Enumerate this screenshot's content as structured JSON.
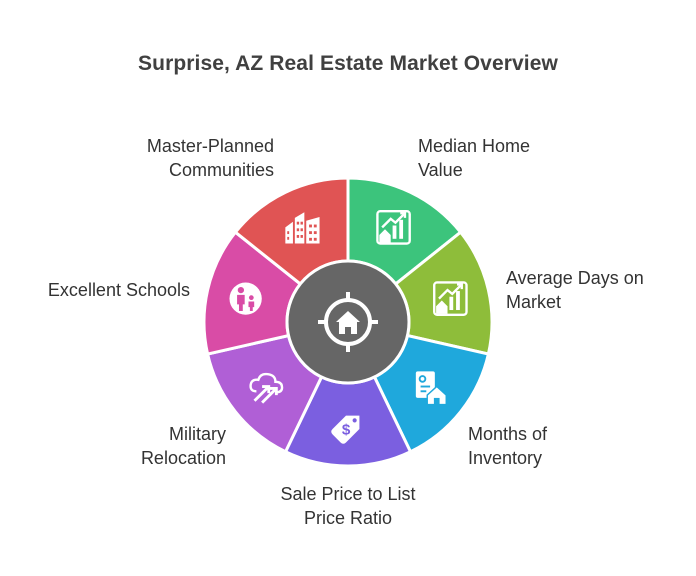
{
  "title": "Surprise, AZ Real Estate Market Overview",
  "segments": [
    {
      "lines": [
        "Median Home",
        "Value"
      ],
      "color": "#3cc47c",
      "icon": "house-growth-chart-icon"
    },
    {
      "lines": [
        "Average Days on",
        "Market"
      ],
      "color": "#8ebd3a",
      "icon": "house-growth-chart-icon"
    },
    {
      "lines": [
        "Months of",
        "Inventory"
      ],
      "color": "#1fa8dc",
      "icon": "house-document-icon"
    },
    {
      "lines": [
        "Sale Price to List",
        "Price Ratio"
      ],
      "color": "#7b5fe0",
      "icon": "price-tag-dollar-icon"
    },
    {
      "lines": [
        "Military",
        "Relocation"
      ],
      "color": "#b05fd6",
      "icon": "cloud-arrows-icon"
    },
    {
      "lines": [
        "Excellent Schools"
      ],
      "color": "#d94ca6",
      "icon": "parent-child-icon"
    },
    {
      "lines": [
        "Master-Planned",
        "Communities"
      ],
      "color": "#e05454",
      "icon": "buildings-icon"
    }
  ],
  "hub": {
    "color": "#666666",
    "icon": "target-house-icon"
  }
}
